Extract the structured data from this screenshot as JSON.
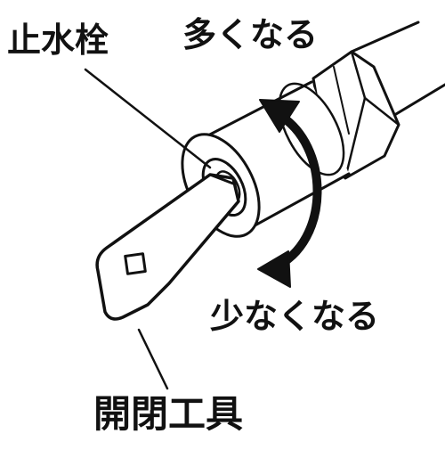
{
  "labels": {
    "valve": "止水栓",
    "more": "多くなる",
    "less": "少なくなる",
    "tool": "開閉工具"
  },
  "colors": {
    "ink": "#111111",
    "paper": "#ffffff"
  }
}
